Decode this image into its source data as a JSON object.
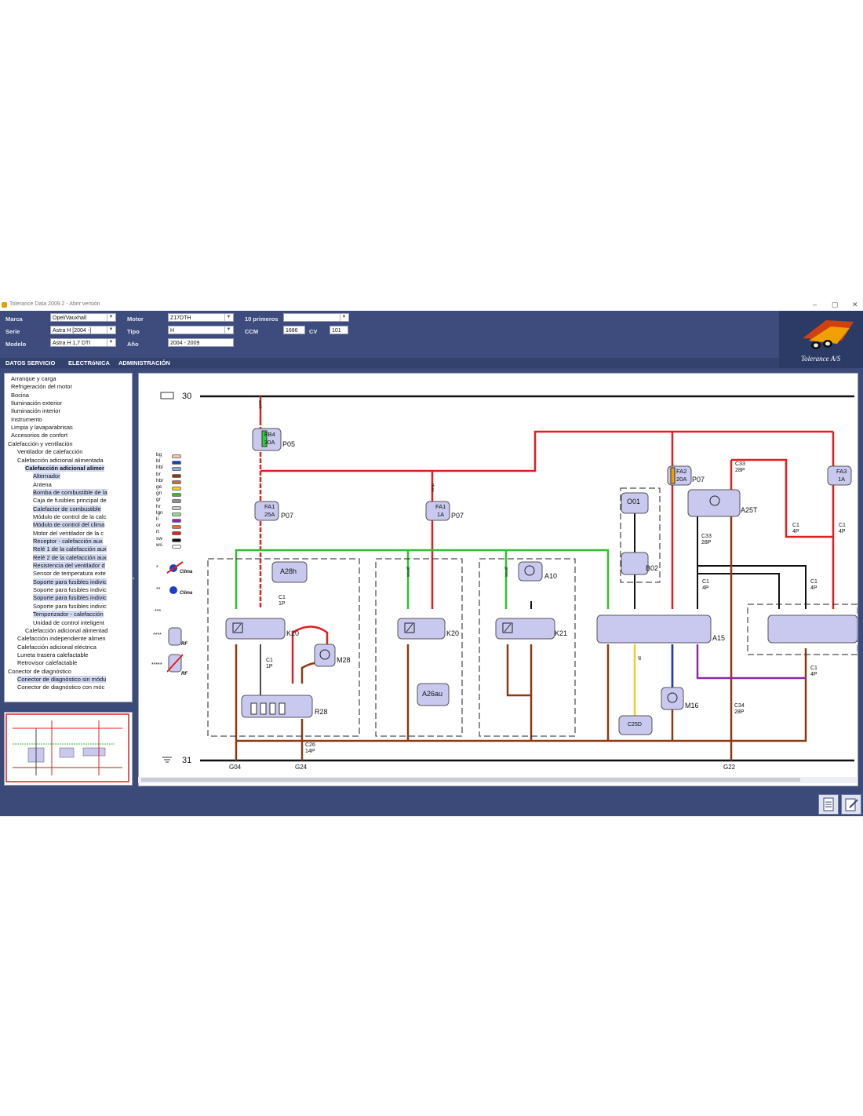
{
  "window": {
    "title": "Tolerance Data 2009.2 - Abrir versión",
    "controls": [
      "–",
      "▢",
      "✕"
    ]
  },
  "header": {
    "marca_label": "Marca",
    "marca_value": "Opel/Vauxhall",
    "serie_label": "Serie",
    "serie_value": "Astra H [2004 -]",
    "modelo_label": "Modelo",
    "modelo_value": "Astra H 1,7 DTI",
    "motor_label": "Motor",
    "motor_value": "Z17DTH",
    "tipo_label": "Tipo",
    "tipo_value": "H",
    "ano_label": "Año",
    "ano_value": "2004 - 2009",
    "top10_label": "10 primeros",
    "top10_value": "",
    "ccm_label": "CCM",
    "ccm_value": "1686",
    "cv_label": "CV",
    "cv_value": "101"
  },
  "logo": {
    "text": "Tolerance A/S"
  },
  "menu": {
    "items": [
      "DATOS SERVICIO",
      "ELECTRóNICA",
      "ADMINISTRACIÓN"
    ]
  },
  "tree": {
    "items": [
      "Arranque y carga",
      "Refrigeración del motor",
      "Bocina",
      "Iluminación exterior",
      "Iluminación interior",
      "Instrumento",
      "Limpia y lavaparabrisas",
      "Accesorios de confort",
      "Calefacción y ventilación",
      "Ventilador de calefacción",
      "Calefacción adicional alimentada",
      "Calefacción adicional alimer",
      "Alternador",
      "Antena",
      "Bomba de combustible de la",
      "Caja de fusibles principal de",
      "Calefactor de combustible",
      "Módulo de control de la calc",
      "Módulo de control del clima",
      "Motor del ventilador de la c",
      "Receptor - calefacción aux",
      "Relé 1 de la calefacción aux",
      "Relé 2 de la calefacción aux",
      "Resistencia del ventilador d",
      "Sensor de temperatura exte",
      "Soporte para fusibles indivic",
      "Soporte para fusibles indivic",
      "Soporte para fusibles indivic",
      "Soporte para fusibles indivic",
      "Temporizador - calefacción",
      "Unidad de control inteligent",
      "Calefacción adicional alimentad",
      "Calefacción independiente alimen",
      "Calefacción adicional eléctrica",
      "Luneta trasera calefactable",
      "Retrovisor calefactable",
      "Conector de diagnóstico",
      "Conector de diagnóstico sin módu",
      "Conector de diagnóstico con móc"
    ]
  },
  "diagram": {
    "rail_top": "30",
    "rail_bottom": "31",
    "legend": [
      {
        "code": "bg",
        "color": "#f2c9b0"
      },
      {
        "code": "bl",
        "color": "#1a3ec8"
      },
      {
        "code": "hbl",
        "color": "#7fb0e8"
      },
      {
        "code": "br",
        "color": "#8b3a12"
      },
      {
        "code": "hbr",
        "color": "#c0703a"
      },
      {
        "code": "ge",
        "color": "#f0d020"
      },
      {
        "code": "gn",
        "color": "#30c030"
      },
      {
        "code": "gr",
        "color": "#909090"
      },
      {
        "code": "hr",
        "color": "#cccccc"
      },
      {
        "code": "lgn",
        "color": "#90e090"
      },
      {
        "code": "li",
        "color": "#8a2aa8"
      },
      {
        "code": "or",
        "color": "#f07020"
      },
      {
        "code": "rt",
        "color": "#e02020"
      },
      {
        "code": "sw",
        "color": "#111111"
      },
      {
        "code": "ws",
        "color": "#ffffff"
      }
    ],
    "legend_notes": [
      "*",
      "**",
      "***",
      "****",
      "*****"
    ],
    "clima": "Clima",
    "rf": "RF",
    "components": {
      "fb4": "FB4",
      "fb4_amp": "30A",
      "p05": "P05",
      "fa1": "FA1",
      "fa1a_amp": "25A",
      "fa1b_amp": "1A",
      "p07": "P07",
      "fa2": "FA2",
      "fa2_amp": "20A",
      "fa3": "FA3",
      "fa3_amp": "1A",
      "a28h": "A28h",
      "k20": "K20",
      "k21": "K21",
      "a10": "A10",
      "a26au": "A26au",
      "m28": "M28",
      "r28": "R28",
      "o01": "O01",
      "b02": "B02",
      "a15": "A15",
      "a25t": "A25T",
      "m16": "M16",
      "c25d": "C25D",
      "c1": "C1",
      "p1": "1P",
      "p4": "4P",
      "c33": "C33",
      "p28": "28P",
      "c34": "C34",
      "c26": "C26",
      "p14": "14P",
      "g04": "G04",
      "g24": "G24",
      "g22": "G22"
    },
    "wire_labels": {
      "sw_rt": "sw/rt",
      "gn_ws": "gn/ws",
      "rt_ws": "rt/ws",
      "ge": "ge"
    }
  },
  "colors": {
    "app_bg": "#3b4a78",
    "wire_red": "#e02020",
    "wire_green": "#30c030",
    "wire_brown": "#8b3a12",
    "wire_black": "#111111",
    "wire_purple": "#8a2aa8",
    "wire_blue": "#1a3ec8",
    "wire_yellow": "#f0d020",
    "component_fill": "#c9c8ee"
  }
}
